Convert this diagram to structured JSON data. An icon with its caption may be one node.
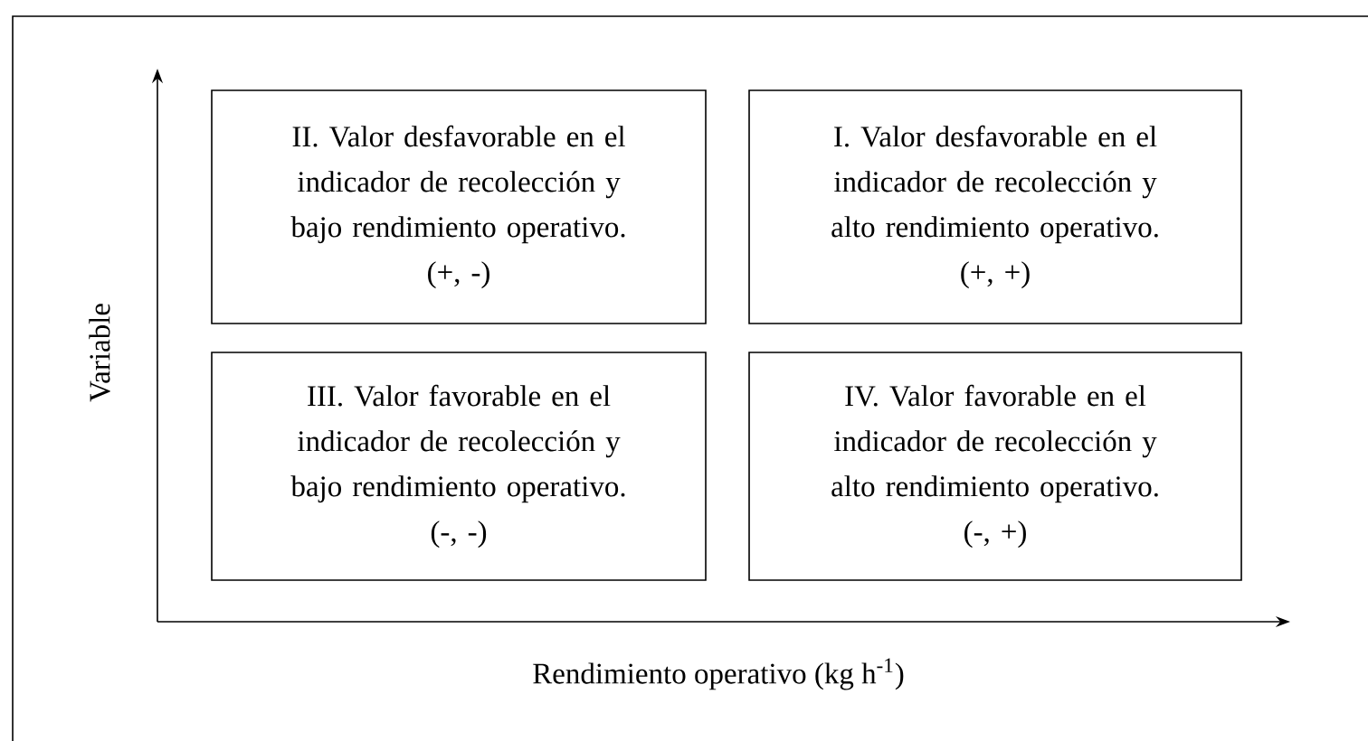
{
  "diagram": {
    "nodes": [
      {
        "text": [
          "II. Valor desfavorable en el indicador de recolección y bajo rendimiento operativo.",
          "(+, -)"
        ]
      },
      {
        "text": [
          "I. Valor desfavorable en el indicador de recolección y alto rendimiento operativo.",
          "(+, +)"
        ]
      },
      {
        "text": [
          "III. Valor favorable en el indicador de recolección y bajo rendimiento operativo.",
          "(-, -)"
        ]
      },
      {
        "text": [
          "IV. Valor favorable en el indicador de recolección y alto rendimiento operativo.",
          "(-, +)"
        ]
      }
    ],
    "labels": [
      "Variable",
      "Rendimiento operativo (kg h$^{-1}$)"
    ]
  }
}
